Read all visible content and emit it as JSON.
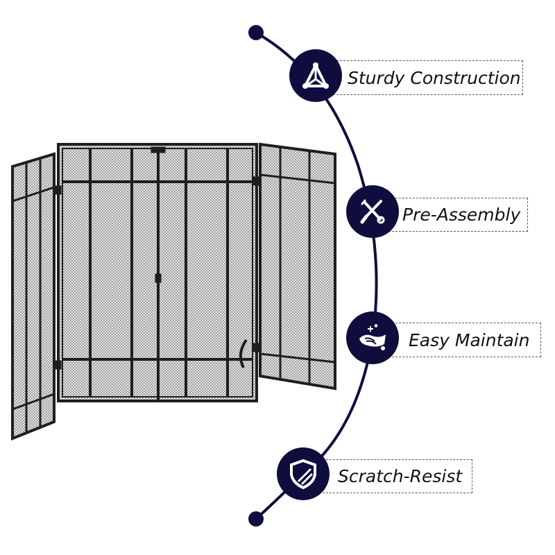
{
  "features": [
    {
      "label": "Sturdy Construction",
      "icon": "triangle-structure-icon"
    },
    {
      "label": "Pre-Assembly",
      "icon": "wrench-screwdriver-icon"
    },
    {
      "label": "Easy Maintain",
      "icon": "hand-wipe-icon"
    },
    {
      "label": "Scratch-Resist",
      "icon": "shield-icon"
    }
  ],
  "colors": {
    "accent": "#0f0c3e",
    "frame": "#1e1e1e",
    "mesh": "#d9d9d9"
  }
}
